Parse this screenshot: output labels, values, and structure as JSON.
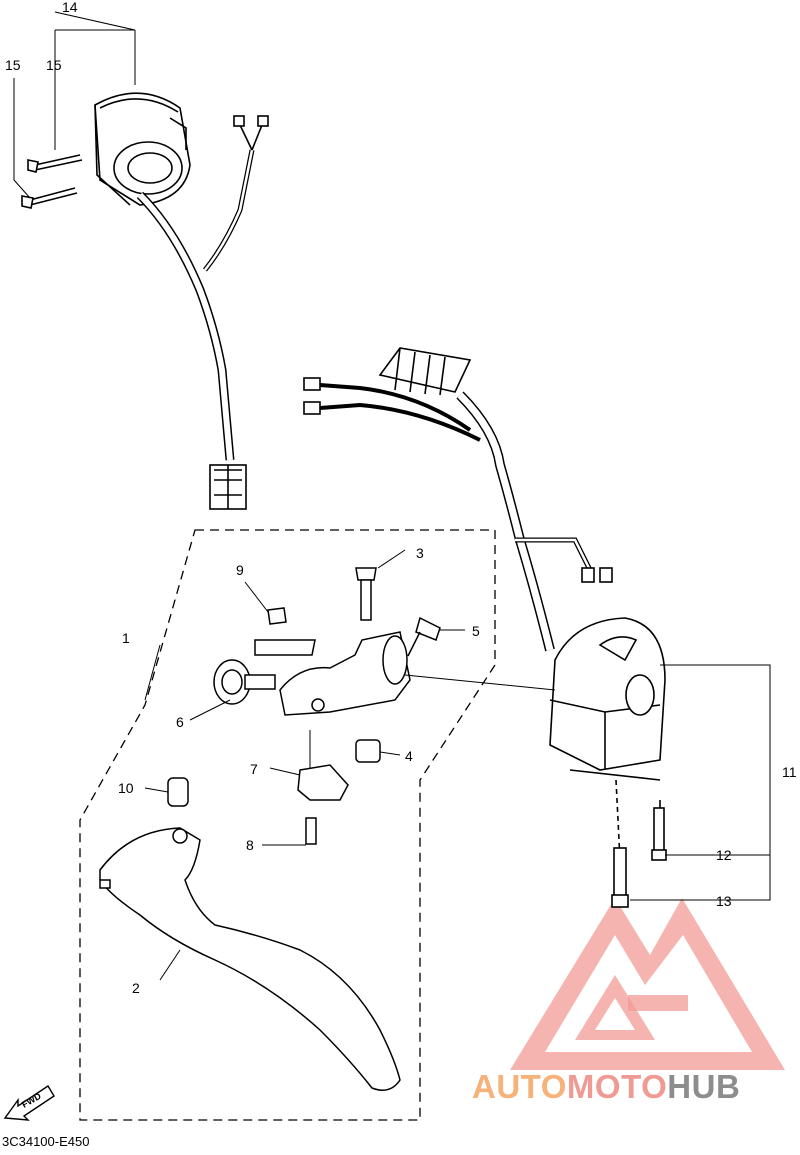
{
  "diagram": {
    "callouts": {
      "c1": "1",
      "c2": "2",
      "c3": "3",
      "c4": "4",
      "c5": "5",
      "c6": "6",
      "c7": "7",
      "c8": "8",
      "c9": "9",
      "c10": "10",
      "c11": "11",
      "c12": "12",
      "c13": "13",
      "c14": "14",
      "c15a": "15",
      "c15b": "15"
    },
    "diagram_code": "3C34100-E450",
    "fwd_label": "FWD"
  },
  "watermark": {
    "part1": "AUTO",
    "part2": "MOTO",
    "part3": "HUB",
    "colors": {
      "auto": "#f7b27a",
      "moto": "#ef9b94",
      "hub": "#8d8d8d",
      "logo": "#f08a84"
    }
  }
}
